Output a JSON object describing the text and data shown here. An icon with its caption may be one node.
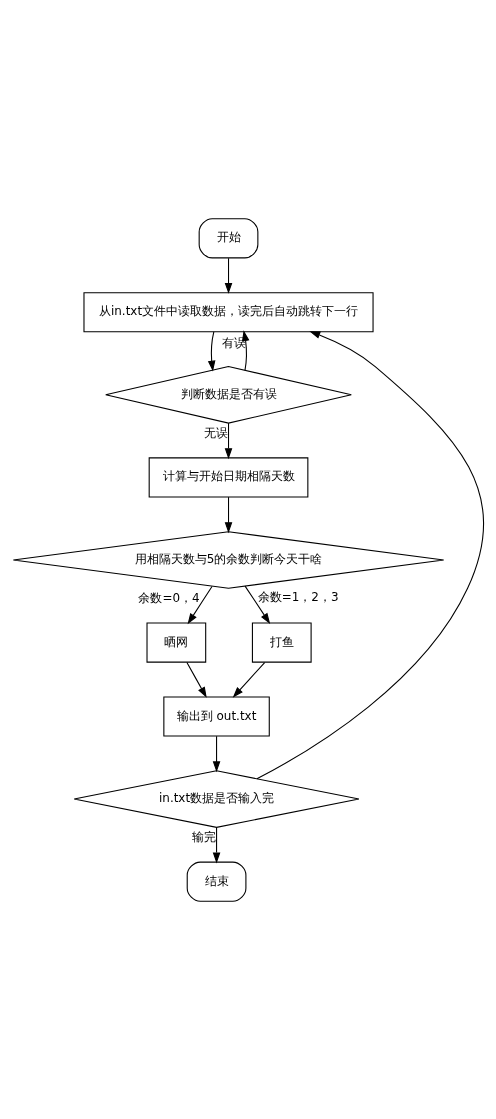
{
  "diagram": {
    "nodes": [
      {
        "text": [
          "开始"
        ]
      },
      {
        "text": [
          "从in.txt文件中读取数据，读完后自动跳转下一行"
        ]
      },
      {
        "text": [
          "判断数据是否有误"
        ]
      },
      {
        "text": [
          "计算与开始日期相隔天数"
        ]
      },
      {
        "text": [
          "用相隔天数与5的余数判断今天干啥"
        ]
      },
      {
        "text": [
          "晒网"
        ]
      },
      {
        "text": [
          "打鱼"
        ]
      },
      {
        "text": [
          "输出到 out.txt"
        ]
      },
      {
        "text": [
          "in.txt数据是否输入完"
        ]
      },
      {
        "text": [
          "结束"
        ]
      }
    ],
    "edges": [
      {
        "from": 0,
        "to": 1,
        "arrow": "to"
      },
      {
        "from": 2,
        "to": 1,
        "arrow": "to",
        "label": "有误"
      },
      {
        "from": 1,
        "to": 2,
        "arrow": "to"
      },
      {
        "from": 2,
        "to": 3,
        "arrow": "to",
        "label": "无误"
      },
      {
        "from": 3,
        "to": 4,
        "arrow": "to"
      },
      {
        "from": 4,
        "to": 5,
        "arrow": "to",
        "label": "余数=0，4"
      },
      {
        "from": 4,
        "to": 6,
        "arrow": "to",
        "label": "余数=1，2，3"
      },
      {
        "from": 5,
        "to": 7,
        "arrow": "to"
      },
      {
        "from": 6,
        "to": 7,
        "arrow": "to"
      },
      {
        "from": 7,
        "to": 8,
        "arrow": "to"
      },
      {
        "from": 8,
        "to": 1,
        "arrow": "to"
      },
      {
        "from": 8,
        "to": 9,
        "arrow": "to",
        "label": "输完"
      }
    ]
  }
}
